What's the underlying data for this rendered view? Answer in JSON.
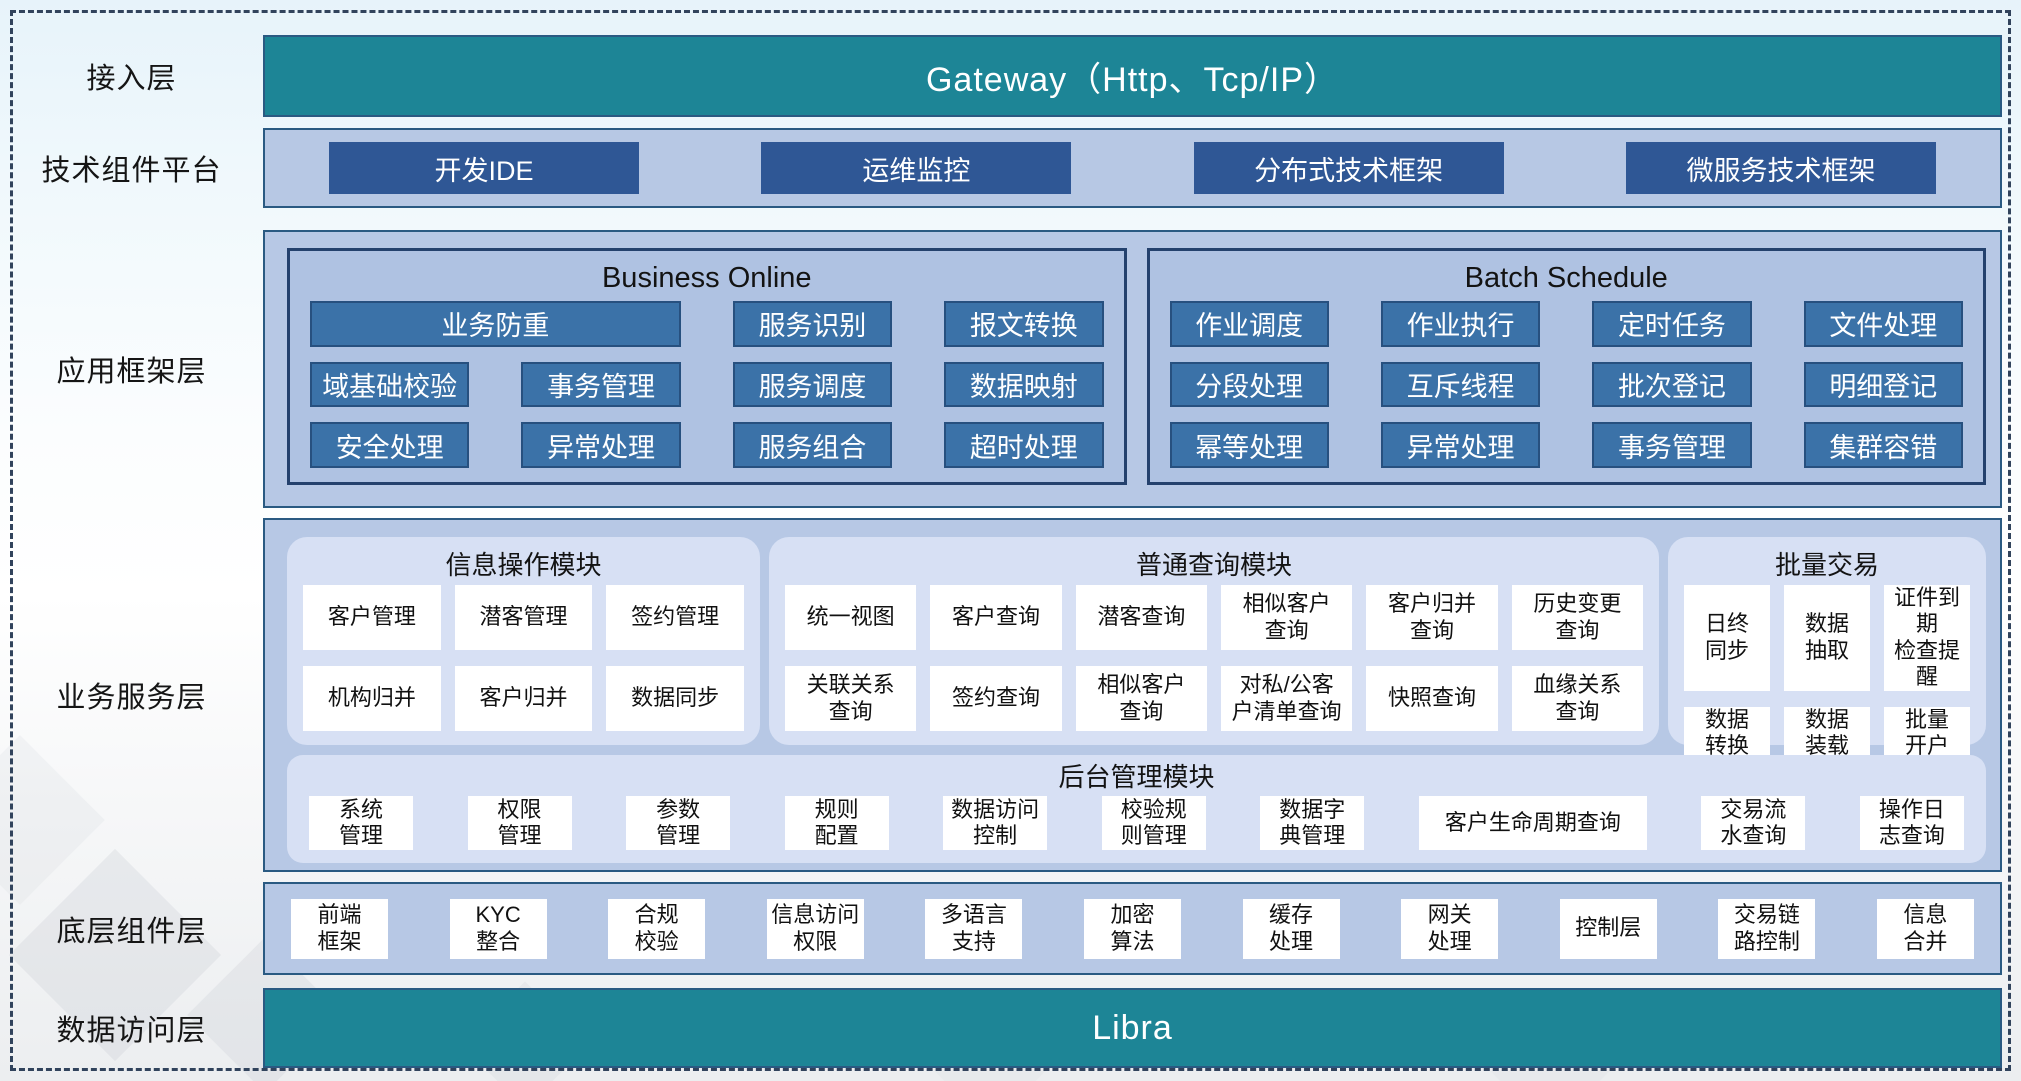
{
  "diagram": {
    "access_layer": {
      "label": "接入层",
      "gateway_text": "Gateway（Http、Tcp/IP）"
    },
    "tech_platform": {
      "label": "技术组件平台",
      "buttons": [
        "开发IDE",
        "运维监控",
        "分布式技术框架",
        "微服务技术框架"
      ]
    },
    "app_framework": {
      "label": "应用框架层",
      "business_online": {
        "title": "Business Online",
        "wide_button": "业务防重",
        "row1": [
          "服务识别",
          "报文转换"
        ],
        "row2": [
          "域基础校验",
          "事务管理",
          "服务调度",
          "数据映射"
        ],
        "row3": [
          "安全处理",
          "异常处理",
          "服务组合",
          "超时处理"
        ]
      },
      "batch_schedule": {
        "title": "Batch Schedule",
        "row1": [
          "作业调度",
          "作业执行",
          "定时任务",
          "文件处理"
        ],
        "row2": [
          "分段处理",
          "互斥线程",
          "批次登记",
          "明细登记"
        ],
        "row3": [
          "幂等处理",
          "异常处理",
          "事务管理",
          "集群容错"
        ]
      }
    },
    "business_service": {
      "label": "业务服务层",
      "info_module": {
        "title": "信息操作模块",
        "row1": [
          "客户管理",
          "潜客管理",
          "签约管理"
        ],
        "row2": [
          "机构归并",
          "客户归并",
          "数据同步"
        ]
      },
      "query_module": {
        "title": "普通查询模块",
        "row1": [
          "统一视图",
          "客户查询",
          "潜客查询",
          "相似客户\n查询",
          "客户归并\n查询",
          "历史变更\n查询"
        ],
        "row2": [
          "关联关系\n查询",
          "签约查询",
          "相似客户\n查询",
          "对私/公客\n户清单查询",
          "快照查询",
          "血缘关系\n查询"
        ]
      },
      "batch_module": {
        "title": "批量交易",
        "row1": [
          "日终\n同步",
          "数据\n抽取",
          "证件到期\n检查提醒"
        ],
        "row2": [
          "数据\n转换",
          "数据\n装载",
          "批量\n开户"
        ]
      },
      "admin_module": {
        "title": "后台管理模块",
        "buttons": [
          "系统\n管理",
          "权限\n管理",
          "参数\n管理",
          "规则\n配置",
          "数据访问\n控制",
          "校验规\n则管理",
          "数据字\n典管理",
          "客户生命周期查询",
          "交易流\n水查询",
          "操作日\n志查询"
        ]
      }
    },
    "base_components": {
      "label": "底层组件层",
      "buttons": [
        "前端\n框架",
        "KYC\n整合",
        "合规\n校验",
        "信息访问\n权限",
        "多语言\n支持",
        "加密\n算法",
        "缓存\n处理",
        "网关\n处理",
        "控制层",
        "交易链\n路控制",
        "信息\n合并"
      ]
    },
    "data_access": {
      "label": "数据访问层",
      "bar_text": "Libra"
    }
  },
  "colors": {
    "teal_bar": "#1d8596",
    "navy_button": "#2f5795",
    "steel_button": "#3b72a8",
    "panel_fill": "#b7c8e4",
    "subpanel_fill": "#afc2e2",
    "module_fill": "#d7e0f4",
    "panel_border": "#2a5a82",
    "subpanel_border": "#24416d",
    "dashed_frame": "#31435c"
  }
}
